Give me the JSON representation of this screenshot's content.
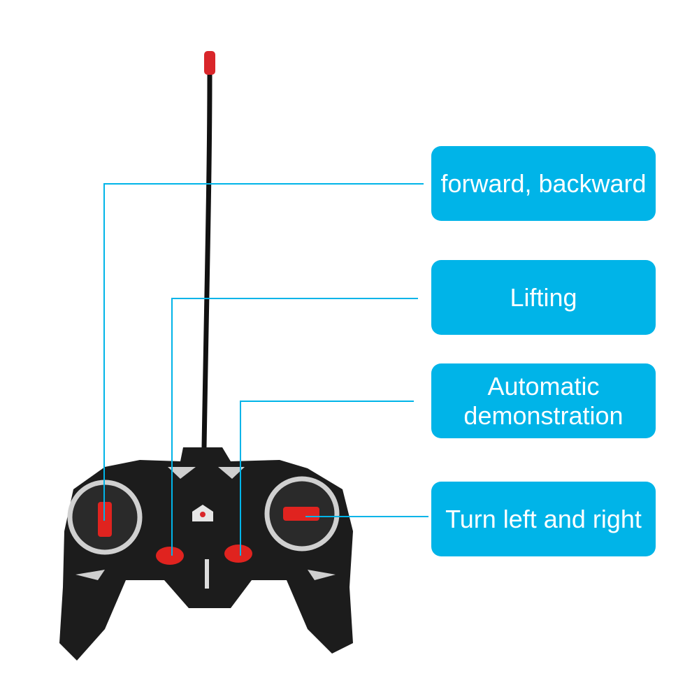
{
  "labels": {
    "forward_backward": "forward, backward",
    "lifting": "Lifting",
    "auto_demo_line1": "Automatic",
    "auto_demo_line2": "demonstration",
    "turn": "Turn left and right"
  },
  "colors": {
    "label_bg": "#00b4e8",
    "line": "#00b4e8",
    "controller_body": "#1b1b1b",
    "accent_red": "#e0231f"
  }
}
